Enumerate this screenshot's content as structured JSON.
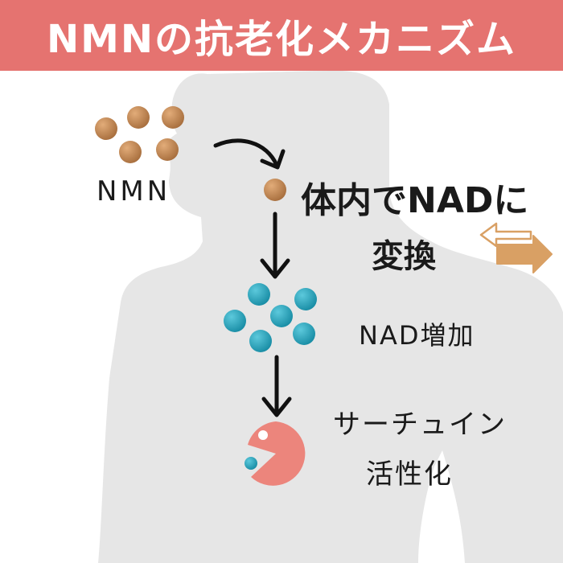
{
  "title": "NMNの抗老化メカニズム",
  "labels": {
    "nmn": "NMN",
    "conversion_line1": "体内でNADに",
    "conversion_line2": "変換",
    "nad_increase": "NAD増加",
    "sirtuin_line1": "サーチュイン",
    "sirtuin_line2": "活性化"
  },
  "colors": {
    "banner": "#e57370",
    "silhouette": "#e6e6e6",
    "nmn_ball": "#c88a55",
    "nad_ball": "#29a9c2",
    "sirtuin": "#ec857c",
    "arrow": "#111111",
    "exchange_arrow": "#d9a064"
  },
  "icons": {
    "body": "human-silhouette-icon",
    "exchange": "exchange-arrows-icon"
  }
}
